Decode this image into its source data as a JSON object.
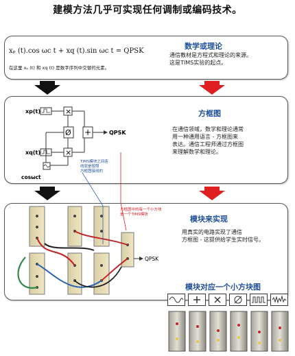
{
  "top_title": "建模方法几乎可实现任何调制或编码技术。",
  "panel1": {
    "equation": "xₚ (t).cos ωc t + xq (t).sin ωc t = QPSK",
    "note": "在这里 xₚ (t) 和 xq (t) 是数字序列中交替的元素。",
    "heading": "数学或理论",
    "desc_lines": [
      "通信教材是方程式和理论的来源。",
      "这是TIMS实验的起点。"
    ]
  },
  "panel2": {
    "heading": "方框图",
    "desc_lines": [
      "在通信领域，数学和理论通常",
      "用一种通用语言 - 方框图来",
      "表达。通信工程师通过方框图",
      "来理解数学和理论。"
    ],
    "labels": {
      "xp": "xp(t)",
      "xq": "xq(t)",
      "cos": "cosωct",
      "qpsk": "QPSK",
      "mult": "×",
      "sum": "+",
      "phase": "Ø"
    },
    "annot_blue": [
      "TIMS模块之间连",
      "线就是按照",
      "方框图接线的"
    ]
  },
  "panel3": {
    "heading": "模块来实现",
    "desc_lines": [
      "用真实的电路实现了通信",
      "方框图 - 这提供给学生实时信号。"
    ],
    "annot_red": [
      "方框图中的每一个小方块",
      "是一个TIMS模块"
    ],
    "qpsk": "QPSK"
  },
  "bottom": {
    "heading": "模块对应一个小方块图",
    "icons": [
      "sine-wave-icon",
      "plus-icon",
      "multiply-icon",
      "phase-shift-icon",
      "pulse-train-icon",
      "noise-icon"
    ]
  },
  "colors": {
    "blue": "#1f4e9a",
    "red": "#e02020",
    "black": "#111111"
  }
}
